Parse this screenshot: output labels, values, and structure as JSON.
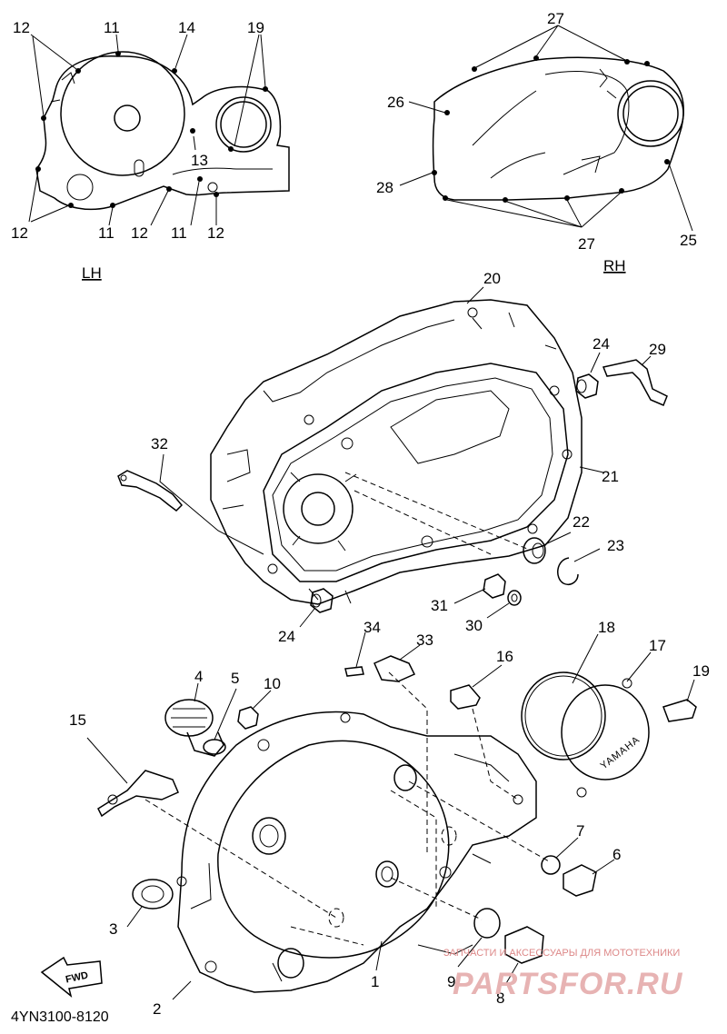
{
  "diagram": {
    "code": "4YN3100-8120",
    "sections": {
      "lh": "LH",
      "rh": "RH"
    },
    "fwd": "FWD",
    "brand": "YAMAHA",
    "watermark": {
      "top": "ЗАПЧАСТИ И АКСЕССУАРЫ ДЛЯ МОТОТЕХНИКИ",
      "main": "PARTSFOR.RU",
      "color": "#e7b3b3"
    },
    "labels": {
      "n1": "1",
      "n2": "2",
      "n3": "3",
      "n4": "4",
      "n5": "5",
      "n6": "6",
      "n7": "7",
      "n8": "8",
      "n9": "9",
      "n10": "10",
      "n11a": "11",
      "n11b": "11",
      "n11c": "11",
      "n12a": "12",
      "n12b": "12",
      "n12c": "12",
      "n12d": "12",
      "n13": "13",
      "n14": "14",
      "n15": "15",
      "n16": "16",
      "n17": "17",
      "n18": "18",
      "n19a": "19",
      "n19b": "19",
      "n20": "20",
      "n21": "21",
      "n22": "22",
      "n23": "23",
      "n24a": "24",
      "n24b": "24",
      "n25": "25",
      "n26": "26",
      "n27a": "27",
      "n27b": "27",
      "n28": "28",
      "n29": "29",
      "n30": "30",
      "n31": "31",
      "n32": "32",
      "n33": "33",
      "n34": "34"
    }
  }
}
